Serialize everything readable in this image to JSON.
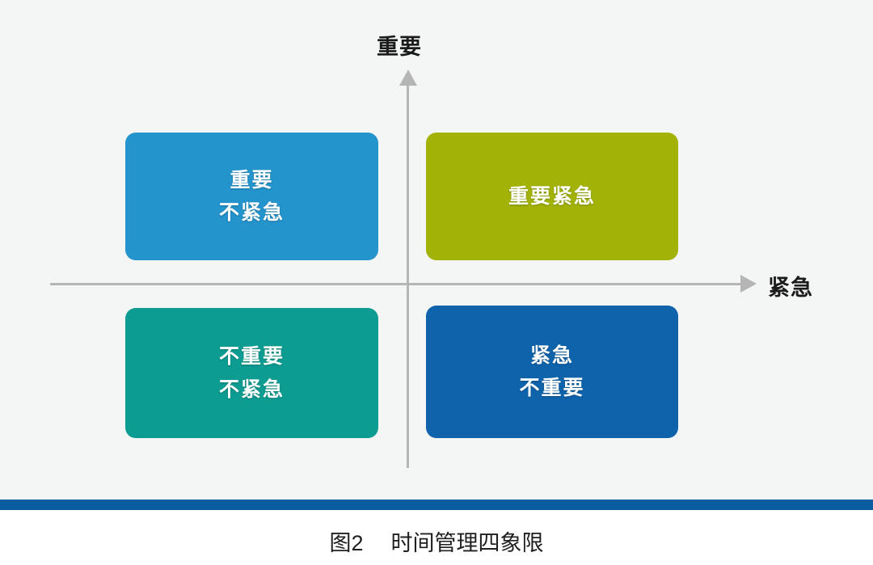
{
  "figure": {
    "caption_number": "图2",
    "caption_title": "时间管理四象限",
    "background_color": "#f4f5f5",
    "axis_color": "#b5b5b5",
    "rule_color": "#0b5ca0"
  },
  "axes": {
    "y_label": "重要",
    "x_label": "紧急",
    "label_color": "#1b1b1b"
  },
  "chart_data": {
    "type": "diagram",
    "title": "时间管理四象限",
    "xlabel": "紧急",
    "ylabel": "重要",
    "quadrants": [
      {
        "id": "important-not-urgent",
        "position": "top-left",
        "lines": [
          "重要",
          "不紧急"
        ],
        "fill": "#2494cd",
        "shade": "#1b6f9c"
      },
      {
        "id": "important-urgent",
        "position": "top-right",
        "lines": [
          "重要紧急"
        ],
        "fill": "#a2b207",
        "shade": "#7b8705"
      },
      {
        "id": "not-important-not-urgent",
        "position": "bottom-left",
        "lines": [
          "不重要",
          "不紧急"
        ],
        "fill": "#0d9c92",
        "shade": "#0a766e"
      },
      {
        "id": "urgent-not-important",
        "position": "bottom-right",
        "lines": [
          "紧急",
          "不重要"
        ],
        "fill": "#0f63ab",
        "shade": "#0b4a80"
      }
    ]
  }
}
